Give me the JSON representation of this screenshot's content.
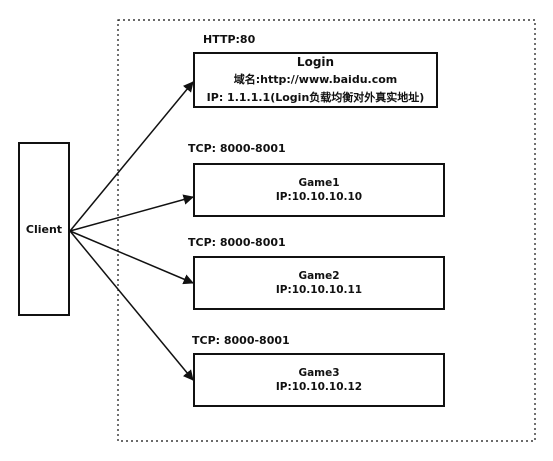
{
  "client": {
    "label": "Client"
  },
  "login": {
    "title": "Login",
    "domain": "域名:http://www.baidu.com",
    "ip": "IP: 1.1.1.1(Login负载均衡对外真实地址)",
    "port_label": "HTTP:80"
  },
  "games": [
    {
      "name": "Game1",
      "ip": "IP:10.10.10.10",
      "port_label": "TCP:  8000-8001"
    },
    {
      "name": "Game2",
      "ip": "IP:10.10.10.11",
      "port_label": "TCP:  8000-8001"
    },
    {
      "name": "Game3",
      "ip": "IP:10.10.10.12",
      "port_label": "TCP:  8000-8001"
    }
  ],
  "colors": {
    "stroke": "#111111",
    "background": "#ffffff"
  }
}
